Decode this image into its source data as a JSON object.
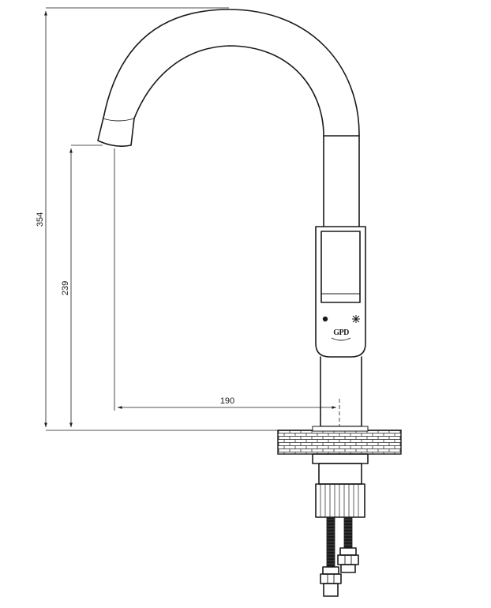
{
  "dimensions": {
    "total_height": "354",
    "spout_height": "239",
    "reach": "190"
  },
  "logo": {
    "text": "GPD"
  },
  "colors": {
    "line": "#1a1a1a",
    "background": "#ffffff"
  }
}
